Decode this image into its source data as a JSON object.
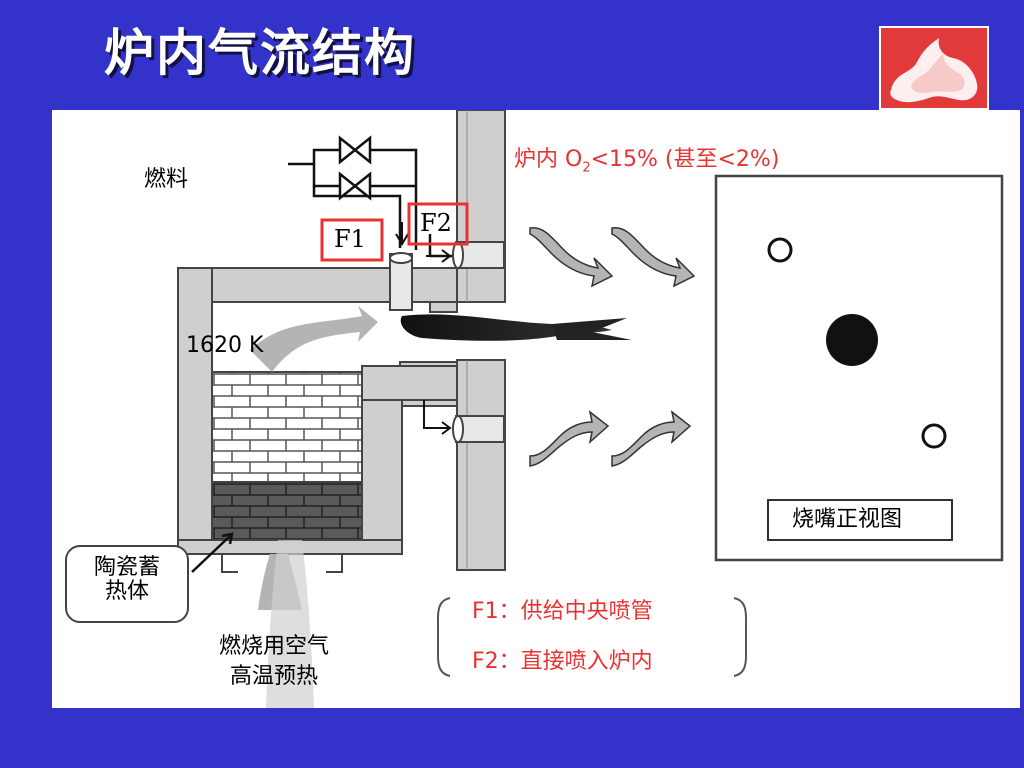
{
  "slide": {
    "title": "炉内气流结构"
  },
  "diagram": {
    "fuel_label": "燃料",
    "temperature_label": "1620 K",
    "furnace_o2_prefix": "炉内 O",
    "furnace_o2_subscript": "2",
    "furnace_o2_suffix": "<15% (甚至<2%)",
    "nozzle_f1": "F1",
    "nozzle_f2": "F2",
    "ceramic_label_line1": "陶瓷蓄",
    "ceramic_label_line2": "热体",
    "air_label_line1": "燃烧用空气",
    "air_label_line2": "高温预热",
    "legend_f1": "F1：供给中央喷管",
    "legend_f2": "F2：直接喷入炉内",
    "burner_view_label": "烧嘴正视图"
  },
  "colors": {
    "background": "#3333cc",
    "highlight_red": "#e83232",
    "flame": "#111111",
    "arrow_gray": "#b4b4b4"
  }
}
